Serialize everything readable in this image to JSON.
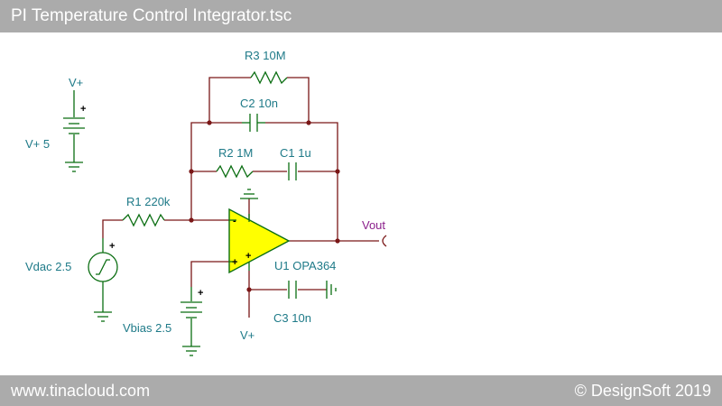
{
  "window": {
    "title": "PI Temperature Control Integrator.tsc"
  },
  "footer": {
    "website": "www.tinacloud.com",
    "copyright": "© DesignSoft 2019"
  },
  "colors": {
    "wire": "#7a1717",
    "component": "#0b6e12",
    "label": "#1e7a88",
    "opamp_fill": "#ffff00",
    "net_label": "#8b1f8b",
    "bar": "#ababab"
  },
  "labels": {
    "vplus_node_top": "V+",
    "vplus_source": "V+ 5",
    "r3": "R3 10M",
    "c2": "C2 10n",
    "r2": "R2 1M",
    "c1": "C1 1u",
    "r1": "R1 220k",
    "vout": "Vout",
    "vdac": "Vdac 2.5",
    "u1": "U1 OPA364",
    "vbias": "Vbias 2.5",
    "c3": "C3 10n",
    "vplus_node_bottom": "V+"
  },
  "polarity": {
    "plus": "+",
    "minus": "-"
  }
}
